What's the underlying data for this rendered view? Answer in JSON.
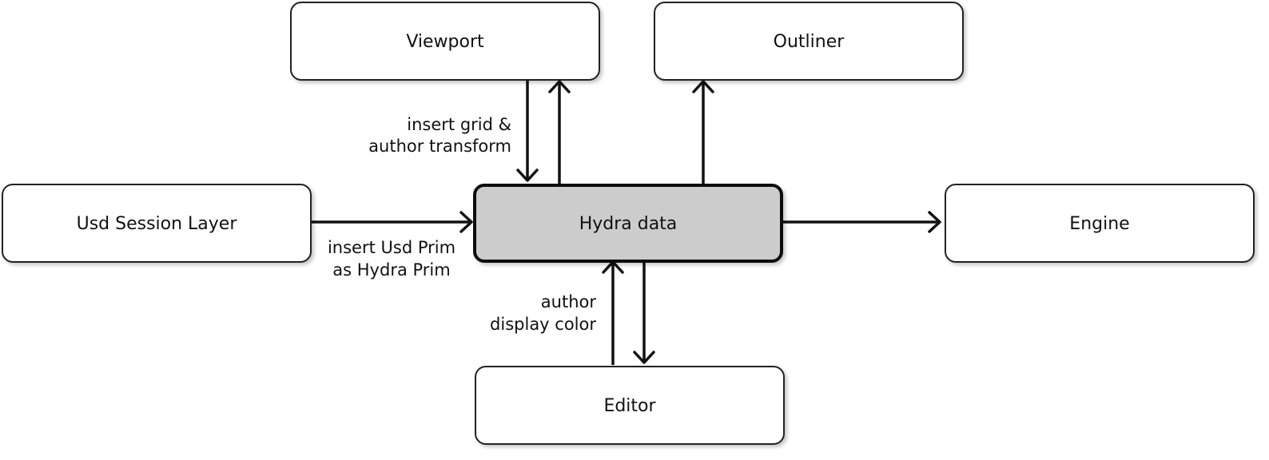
{
  "nodes": {
    "viewport": "Viewport",
    "outliner": "Outliner",
    "usd_session_layer": "Usd Session Layer",
    "hydra_data": "Hydra data",
    "engine": "Engine",
    "editor": "Editor"
  },
  "edge_labels": {
    "viewport_in": [
      "insert grid &",
      "author transform"
    ],
    "session_in": [
      "insert Usd Prim",
      "as Hydra Prim"
    ],
    "editor_in": [
      "author",
      "display color"
    ]
  },
  "colors": {
    "node_fill": "#ffffff",
    "center_fill": "#cccccc",
    "stroke": "#111111"
  }
}
